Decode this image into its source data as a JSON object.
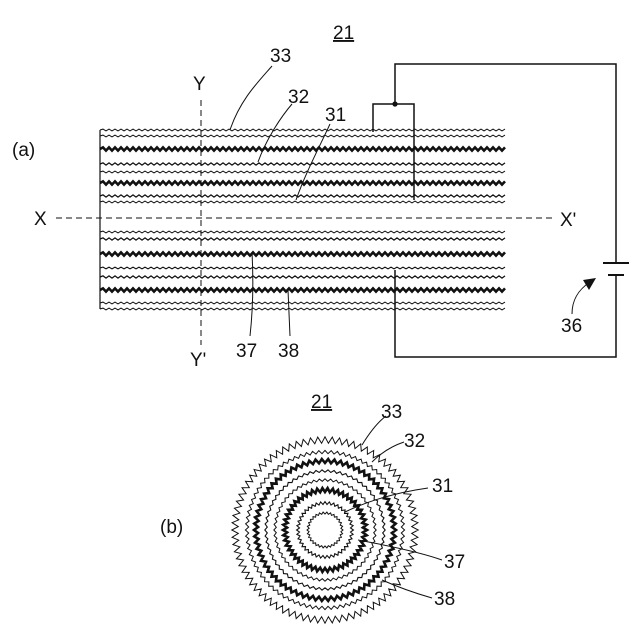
{
  "figure_a": {
    "number": "21",
    "panel_label": "(a)",
    "axis_labels": {
      "y_top": "Y",
      "y_bottom": "Y'",
      "x_left": "X",
      "x_right": "X'"
    },
    "callouts": {
      "outer": "33",
      "middle": "32",
      "inner": "31",
      "bottom_left": "37",
      "bottom_right": "38",
      "power_source": "36"
    }
  },
  "figure_b": {
    "number": "21",
    "panel_label": "(b)",
    "callouts": {
      "outer": "33",
      "second": "32",
      "inner": "31",
      "c37": "37",
      "c38": "38"
    }
  },
  "colors": {
    "ink": "#111111",
    "paper": "#ffffff"
  }
}
